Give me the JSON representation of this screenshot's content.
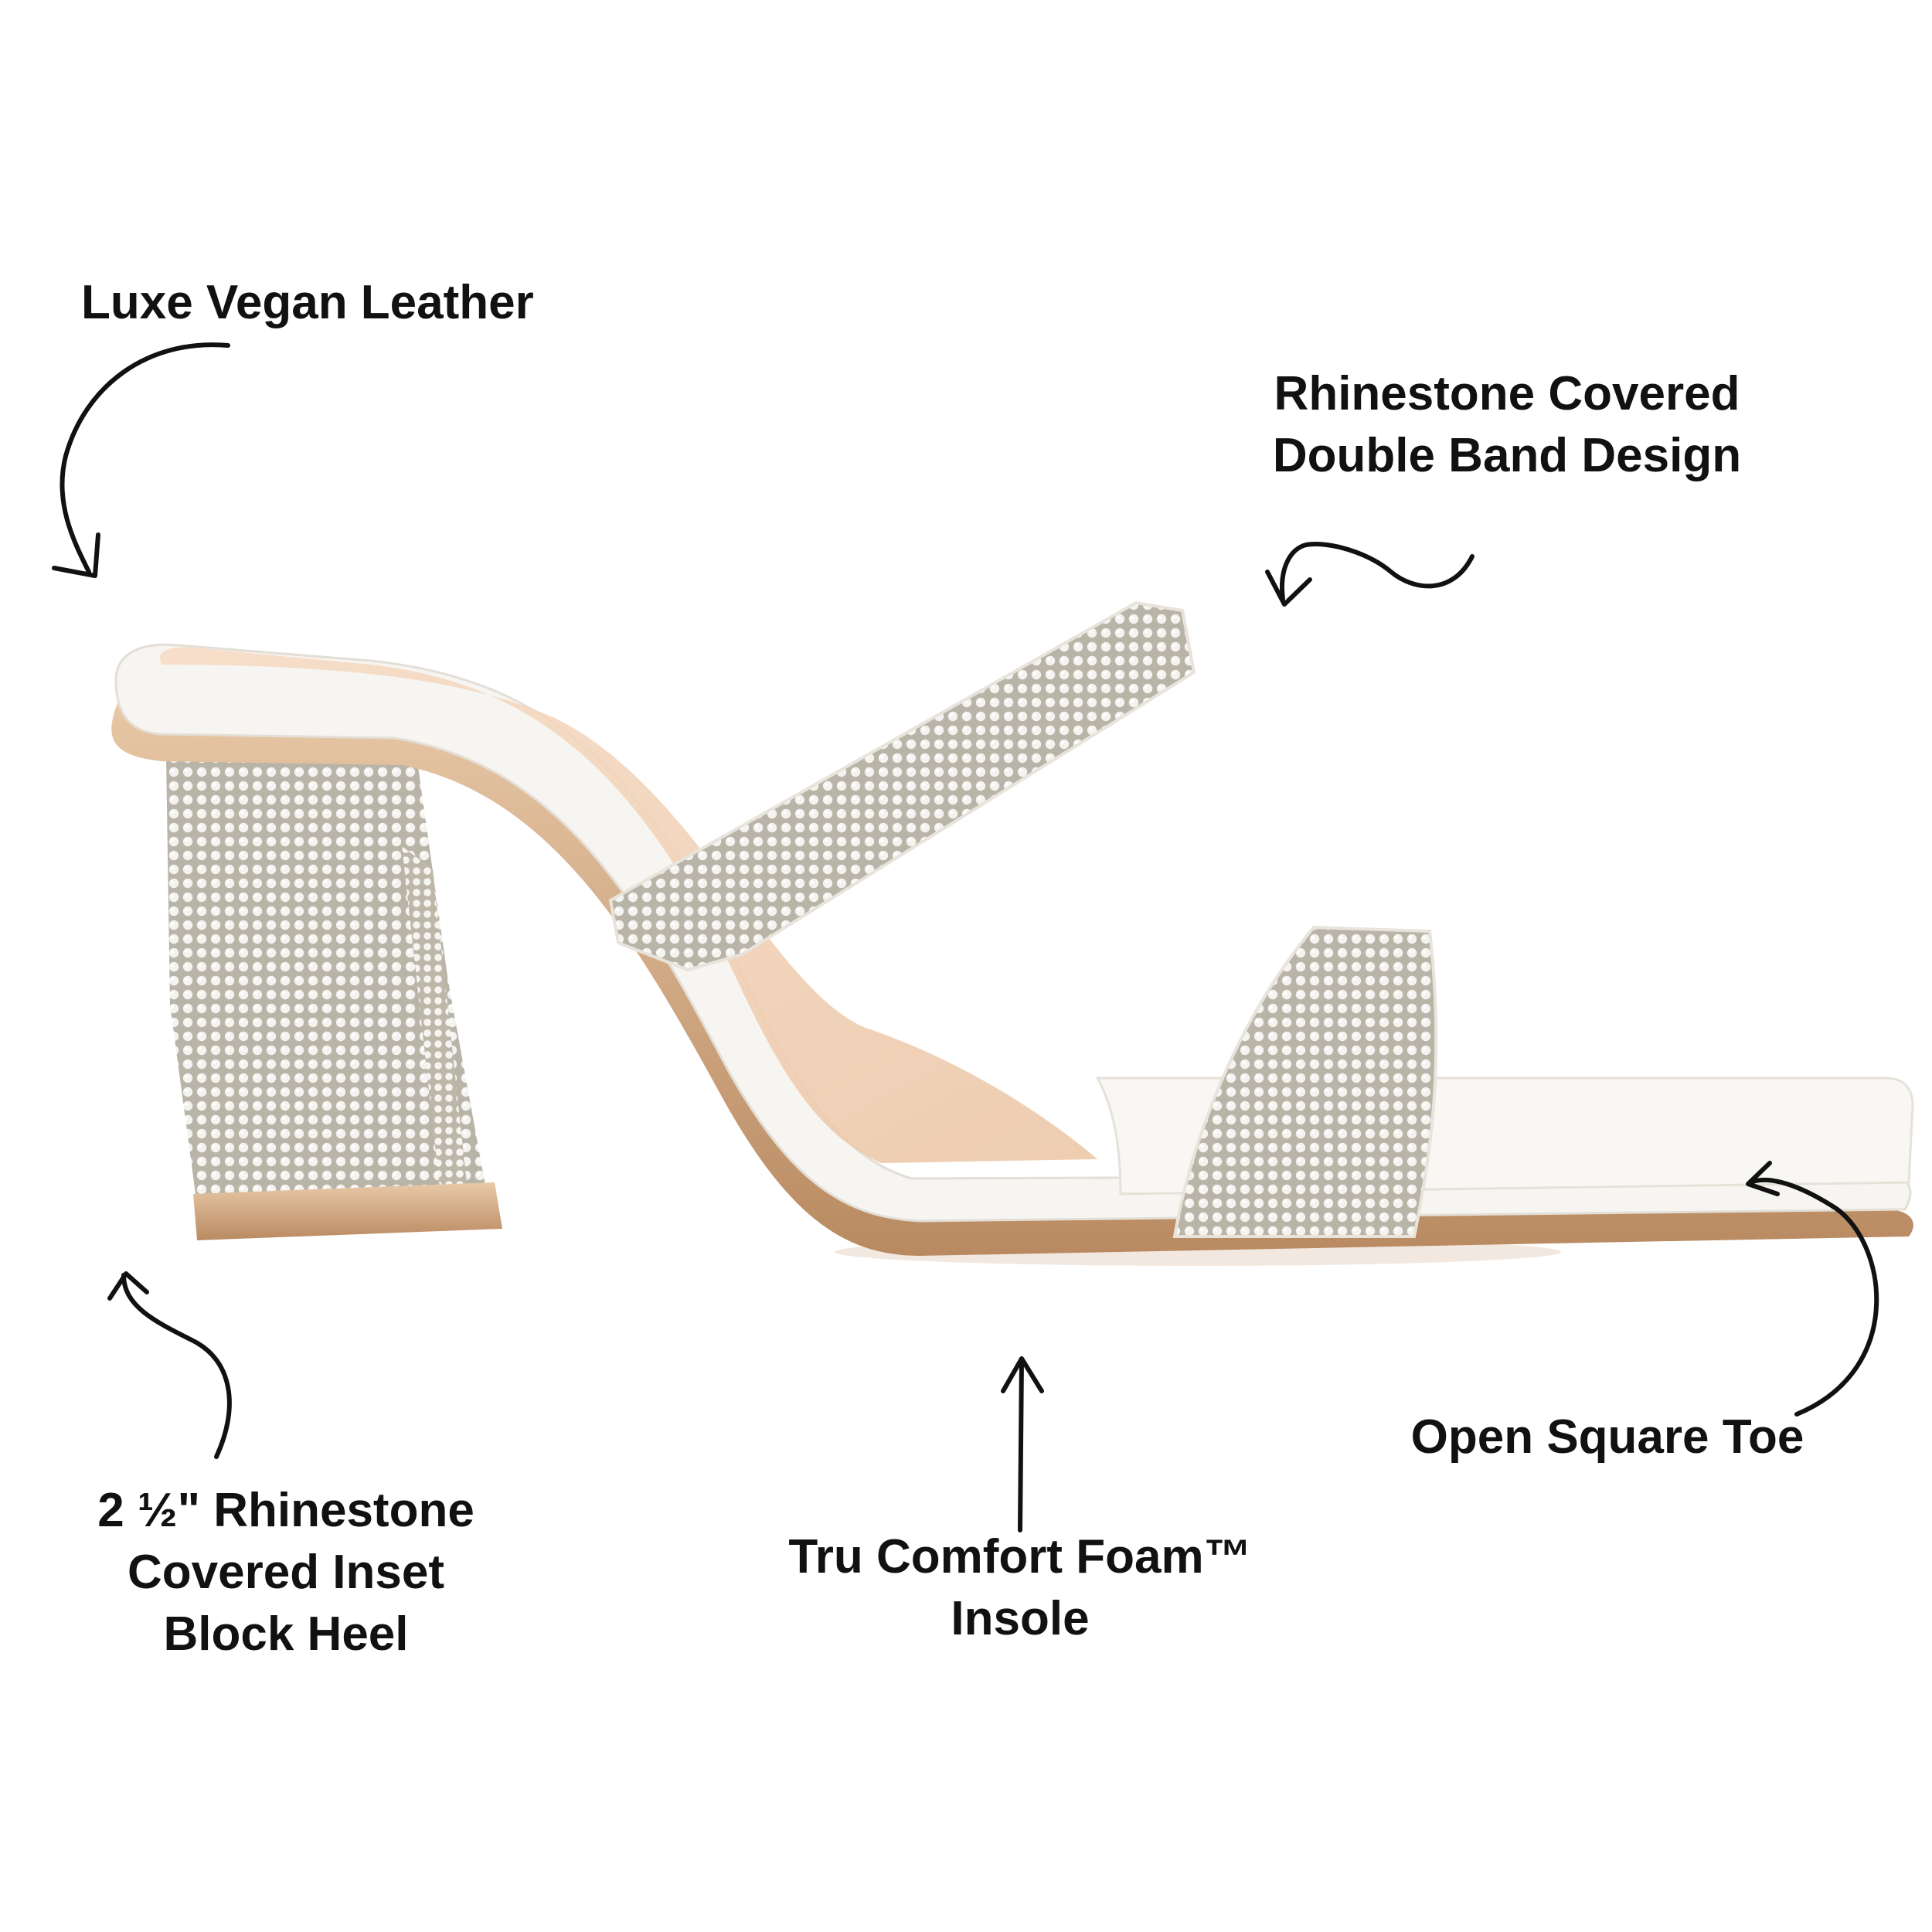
{
  "annotations": {
    "vegan_leather": "Luxe Vegan Leather",
    "band_line1": "Rhinestone Covered",
    "band_line2": "Double Band Design",
    "heel_line1": "2 ½\" Rhinestone",
    "heel_line2": "Covered Inset",
    "heel_line3": "Block Heel",
    "foam_line1": "Tru Comfort Foam™",
    "foam_line2": "Insole",
    "toe": "Open Square Toe"
  },
  "colors": {
    "text": "#111111",
    "background": "#ffffff",
    "leather": "#f7f5f1",
    "rhinestone": "#c9c6bd",
    "sole": "#c89c75"
  }
}
